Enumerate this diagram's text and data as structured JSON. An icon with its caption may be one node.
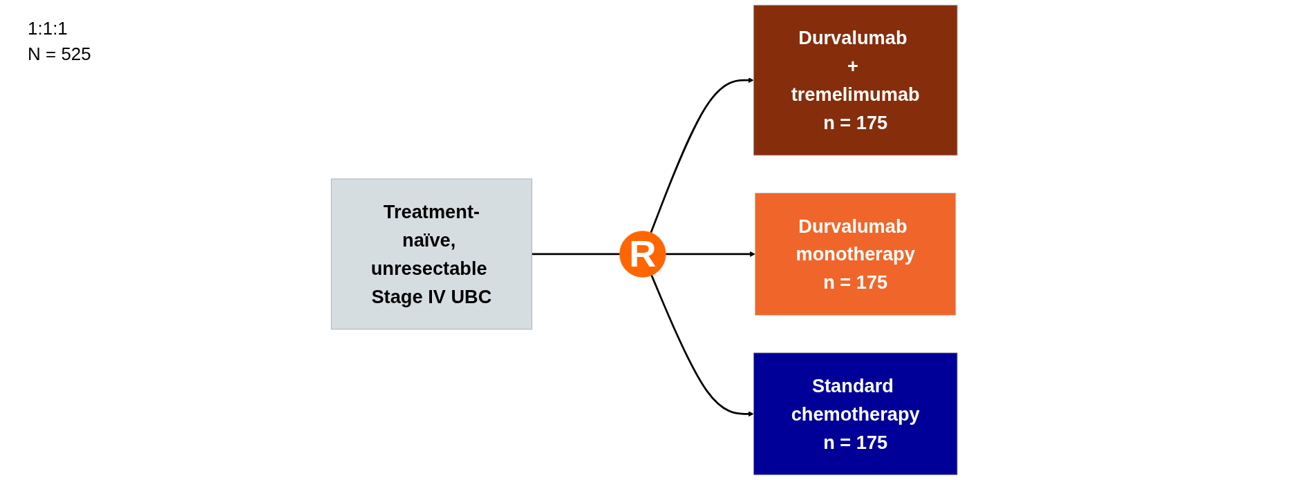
{
  "diagram": {
    "nodes": [
      {
        "text": [
          "Treatment-naïve, unresectable Stage IV UBC"
        ]
      },
      {
        "text": [
          "R"
        ],
        "beside": [
          "1:1:1",
          "N = 525"
        ]
      },
      {
        "text": [
          "Durvalumab + tremelimumab",
          "n = 175"
        ]
      },
      {
        "text": [
          "Durvalumab monotherapy",
          "n = 175"
        ]
      },
      {
        "text": [
          "Standard chemotherapy",
          "n = 175"
        ]
      }
    ],
    "edges": [
      {
        "from": 0,
        "to": 1,
        "arrow": "none"
      },
      {
        "from": 1,
        "to": 2,
        "arrow": "to"
      },
      {
        "from": 1,
        "to": 3,
        "arrow": "to"
      },
      {
        "from": 1,
        "to": 4,
        "arrow": "to"
      }
    ]
  }
}
